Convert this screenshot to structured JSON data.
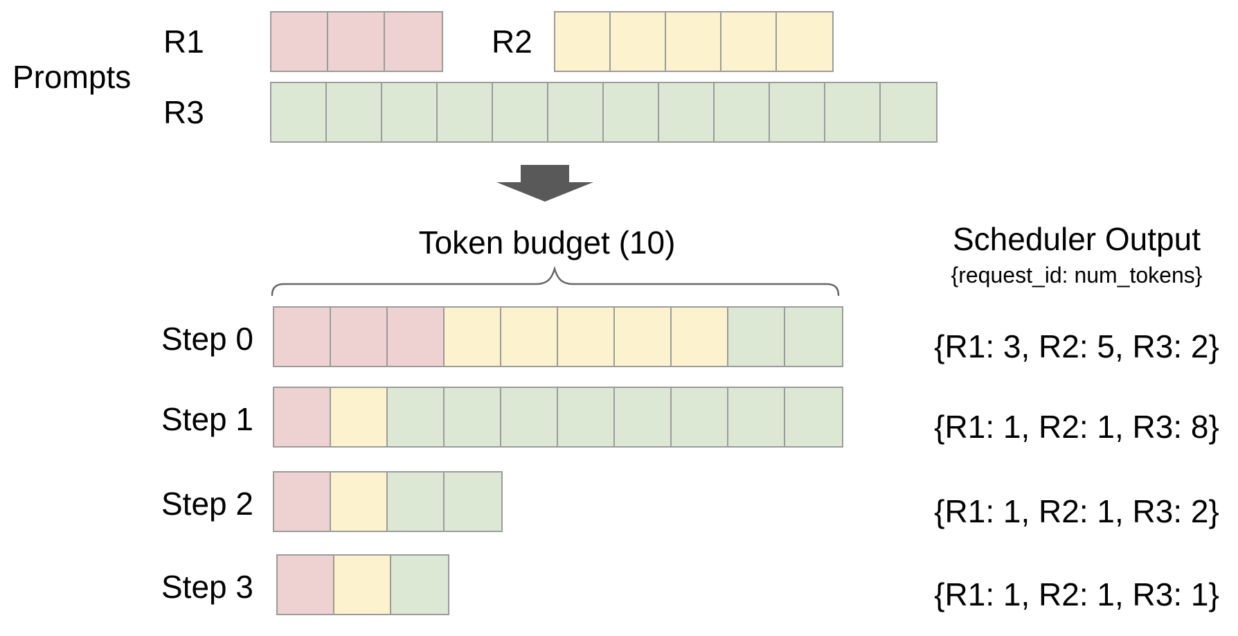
{
  "title_labels": {
    "prompts": "Prompts",
    "token_budget": "Token budget (10)",
    "scheduler_output_title": "Scheduler Output",
    "scheduler_output_subtitle": "{request_id: num_tokens}"
  },
  "token_budget": 10,
  "colors": {
    "R1": "#eed1d1",
    "R2": "#fcf2cd",
    "R3": "#dce8d4",
    "cell_border": "#9b9b9b",
    "arrow": "#595959",
    "brace": "#666666"
  },
  "prompts": [
    {
      "id": "R1",
      "label": "R1",
      "tokens": 3,
      "segments": [
        {
          "request": "R1",
          "tokens": 3
        }
      ]
    },
    {
      "id": "R2",
      "label": "R2",
      "tokens": 5,
      "segments": [
        {
          "request": "R2",
          "tokens": 5
        }
      ]
    },
    {
      "id": "R3",
      "label": "R3",
      "tokens": 12,
      "segments": [
        {
          "request": "R3",
          "tokens": 12
        }
      ]
    }
  ],
  "steps": [
    {
      "label": "Step 0",
      "output": "{R1: 3, R2: 5, R3: 2}",
      "segments": [
        {
          "request": "R1",
          "tokens": 3
        },
        {
          "request": "R2",
          "tokens": 5
        },
        {
          "request": "R3",
          "tokens": 2
        }
      ]
    },
    {
      "label": "Step 1",
      "output": "{R1: 1, R2: 1, R3: 8}",
      "segments": [
        {
          "request": "R1",
          "tokens": 1
        },
        {
          "request": "R2",
          "tokens": 1
        },
        {
          "request": "R3",
          "tokens": 8
        }
      ]
    },
    {
      "label": "Step 2",
      "output": "{R1: 1, R2: 1, R3: 2}",
      "segments": [
        {
          "request": "R1",
          "tokens": 1
        },
        {
          "request": "R2",
          "tokens": 1
        },
        {
          "request": "R3",
          "tokens": 2
        }
      ]
    },
    {
      "label": "Step 3",
      "output": "{R1: 1, R2: 1, R3: 1}",
      "segments": [
        {
          "request": "R1",
          "tokens": 1
        },
        {
          "request": "R2",
          "tokens": 1
        },
        {
          "request": "R3",
          "tokens": 1
        }
      ]
    }
  ]
}
